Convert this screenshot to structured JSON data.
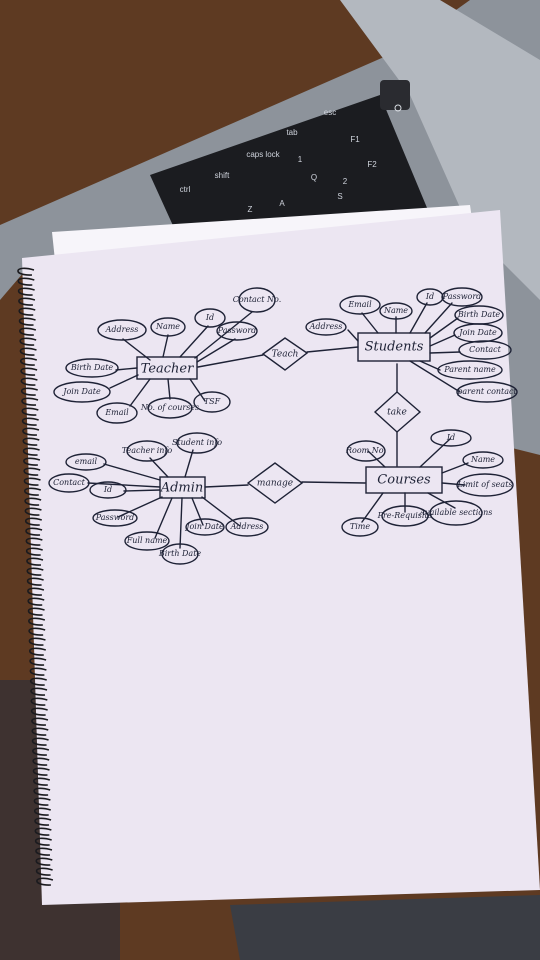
{
  "keyboard": {
    "keys": [
      "ctrl",
      "shift",
      "caps lock",
      "tab",
      "esc",
      "A",
      "Q",
      "Z",
      "S",
      "F1",
      "F2",
      "1",
      "2"
    ]
  },
  "erd": {
    "entities": {
      "teacher": "Teacher",
      "students": "Students",
      "admin": "Admin",
      "courses": "Courses"
    },
    "relations": {
      "teach": "Teach",
      "take": "take",
      "manage": "manage"
    },
    "teacher_attrs": [
      "Address",
      "Name",
      "Id",
      "Contact No.",
      "Password",
      "Birth Date",
      "Join Date",
      "Email",
      "No. of courses",
      "TSF"
    ],
    "student_attrs": [
      "Email",
      "Name",
      "Id",
      "Password",
      "Address",
      "Birth Date",
      "Join Date",
      "Contact",
      "Parent name",
      "parent contact"
    ],
    "admin_attrs": [
      "email",
      "Teacher info",
      "Student info",
      "Contact",
      "Id",
      "Password",
      "Full name",
      "Birth Date",
      "Join Date",
      "Address"
    ],
    "course_attrs": [
      "Room No.",
      "Id",
      "Name",
      "Limit of seats",
      "Time",
      "Pre-Requisite",
      "Available sections"
    ]
  },
  "colors": {
    "table": "#5e3a22",
    "paper": "#ece6f2",
    "laptop": "#9aa0a8",
    "ink": "#1e2236"
  }
}
